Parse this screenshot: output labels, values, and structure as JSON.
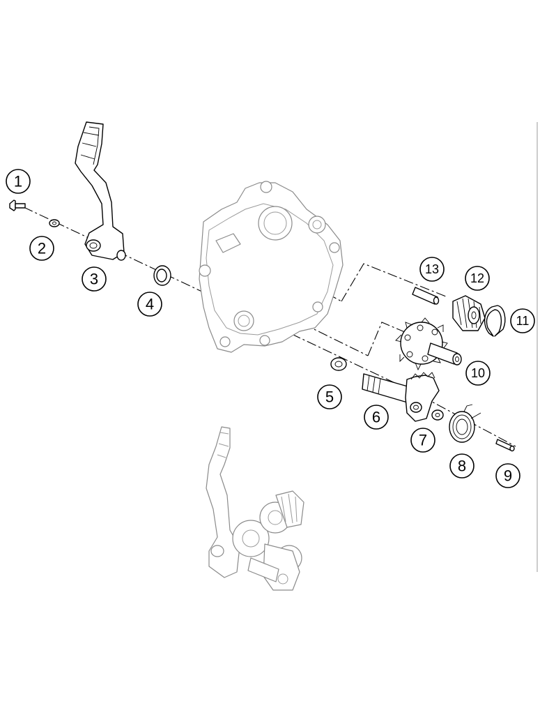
{
  "diagram": {
    "callouts": [
      {
        "id": "1",
        "label": "1"
      },
      {
        "id": "2",
        "label": "2"
      },
      {
        "id": "3",
        "label": "3"
      },
      {
        "id": "4",
        "label": "4"
      },
      {
        "id": "5",
        "label": "5"
      },
      {
        "id": "6",
        "label": "6"
      },
      {
        "id": "7",
        "label": "7"
      },
      {
        "id": "8",
        "label": "8"
      },
      {
        "id": "9",
        "label": "9"
      },
      {
        "id": "10",
        "label": "10"
      },
      {
        "id": "11",
        "label": "11"
      },
      {
        "id": "12",
        "label": "12"
      },
      {
        "id": "13",
        "label": "13"
      }
    ],
    "colors": {
      "line": "#000000",
      "ghost": "#8a8a8a",
      "background": "#ffffff"
    }
  }
}
